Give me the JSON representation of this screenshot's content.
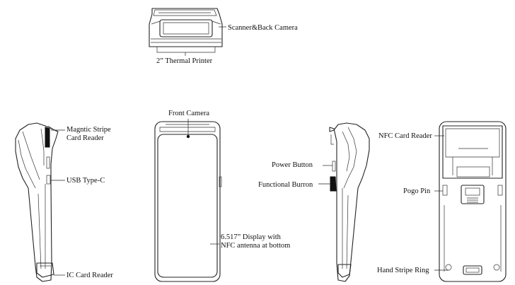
{
  "labels": {
    "scanner_back_camera": "Scanner&Back Camera",
    "thermal_printer": "2” Thermal Printer",
    "magnetic_stripe_line1": "Magntic Stripe",
    "magnetic_stripe_line2": "Card Reader",
    "usb_type_c": "USB Type-C",
    "ic_card_reader": "IC Card Reader",
    "front_camera": "Front Camera",
    "display_line1": "6.517” Display with",
    "display_line2": "NFC antenna at bottom",
    "power_button": "Power Button",
    "functional_button": "Functional Burron",
    "nfc_card_reader": "NFC Card Reader",
    "pogo_pin": "Pogo Pin",
    "hand_stripe_ring": "Hand Stripe Ring"
  },
  "colors": {
    "line": "#222222",
    "background": "#ffffff",
    "text": "#111111"
  }
}
